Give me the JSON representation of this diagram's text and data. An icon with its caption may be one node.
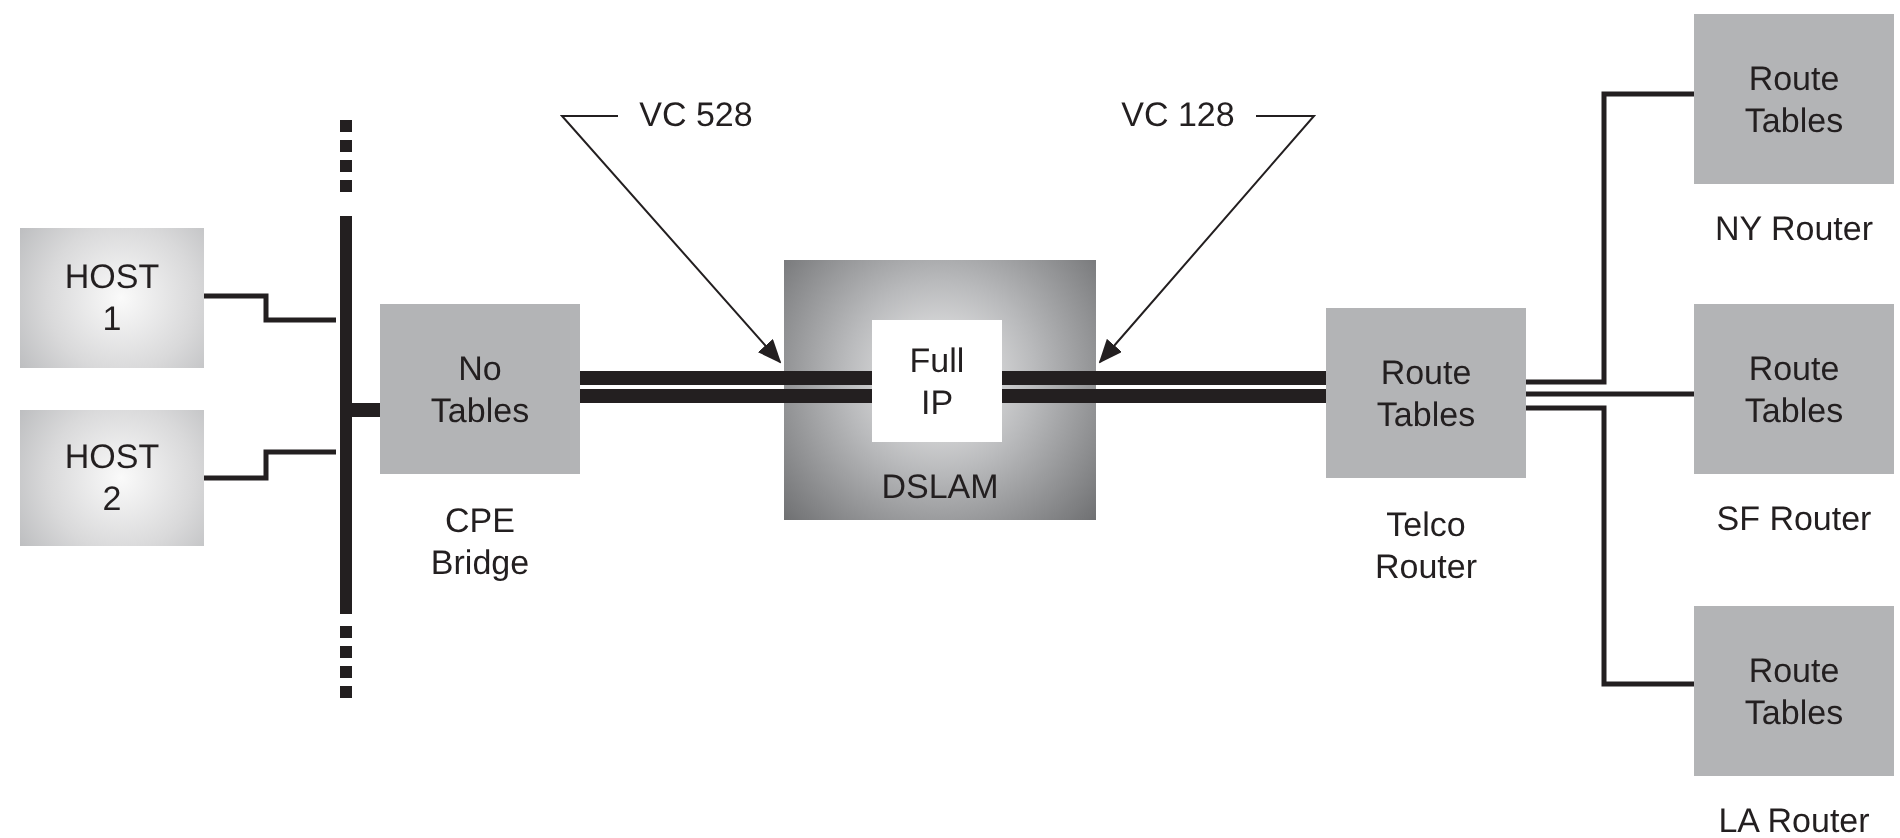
{
  "diagram": {
    "nodes": [
      {
        "text": [
          "HOST 1"
        ]
      },
      {
        "text": [
          "HOST 2"
        ]
      },
      {
        "text": [],
        "shape": "bar"
      },
      {
        "text": [
          "No Tables"
        ],
        "beside": [
          "CPE Bridge"
        ]
      },
      {
        "text": [
          "DSLAM"
        ]
      },
      {
        "text": [
          "Full IP"
        ],
        "in": 4
      },
      {
        "text": [
          "Route Tables"
        ],
        "beside": [
          "Telco Router"
        ]
      },
      {
        "text": [
          "Route Tables"
        ],
        "beside": [
          "NY Router"
        ]
      },
      {
        "text": [
          "Route Tables"
        ],
        "beside": [
          "SF Router"
        ]
      },
      {
        "text": [
          "Route Tables"
        ],
        "beside": [
          "LA Router"
        ]
      },
      {
        "text": [
          "VC 528"
        ]
      },
      {
        "text": [
          "VC 128"
        ]
      }
    ],
    "edges": [
      {
        "from": 0,
        "to": 2,
        "arrow": "none"
      },
      {
        "from": 1,
        "to": 2,
        "arrow": "none"
      },
      {
        "from": 2,
        "to": 3,
        "arrow": "none",
        "style": "thick"
      },
      {
        "from": 3,
        "to": 5,
        "arrow": "none",
        "style": "thick"
      },
      {
        "from": 5,
        "to": 6,
        "arrow": "none",
        "style": "thick"
      },
      {
        "from": 6,
        "to": 7,
        "arrow": "none"
      },
      {
        "from": 6,
        "to": 8,
        "arrow": "none"
      },
      {
        "from": 6,
        "to": 9,
        "arrow": "none"
      },
      {
        "from": 10,
        "to": 4,
        "arrow": "to"
      },
      {
        "from": 11,
        "to": 4,
        "arrow": "to"
      }
    ]
  }
}
